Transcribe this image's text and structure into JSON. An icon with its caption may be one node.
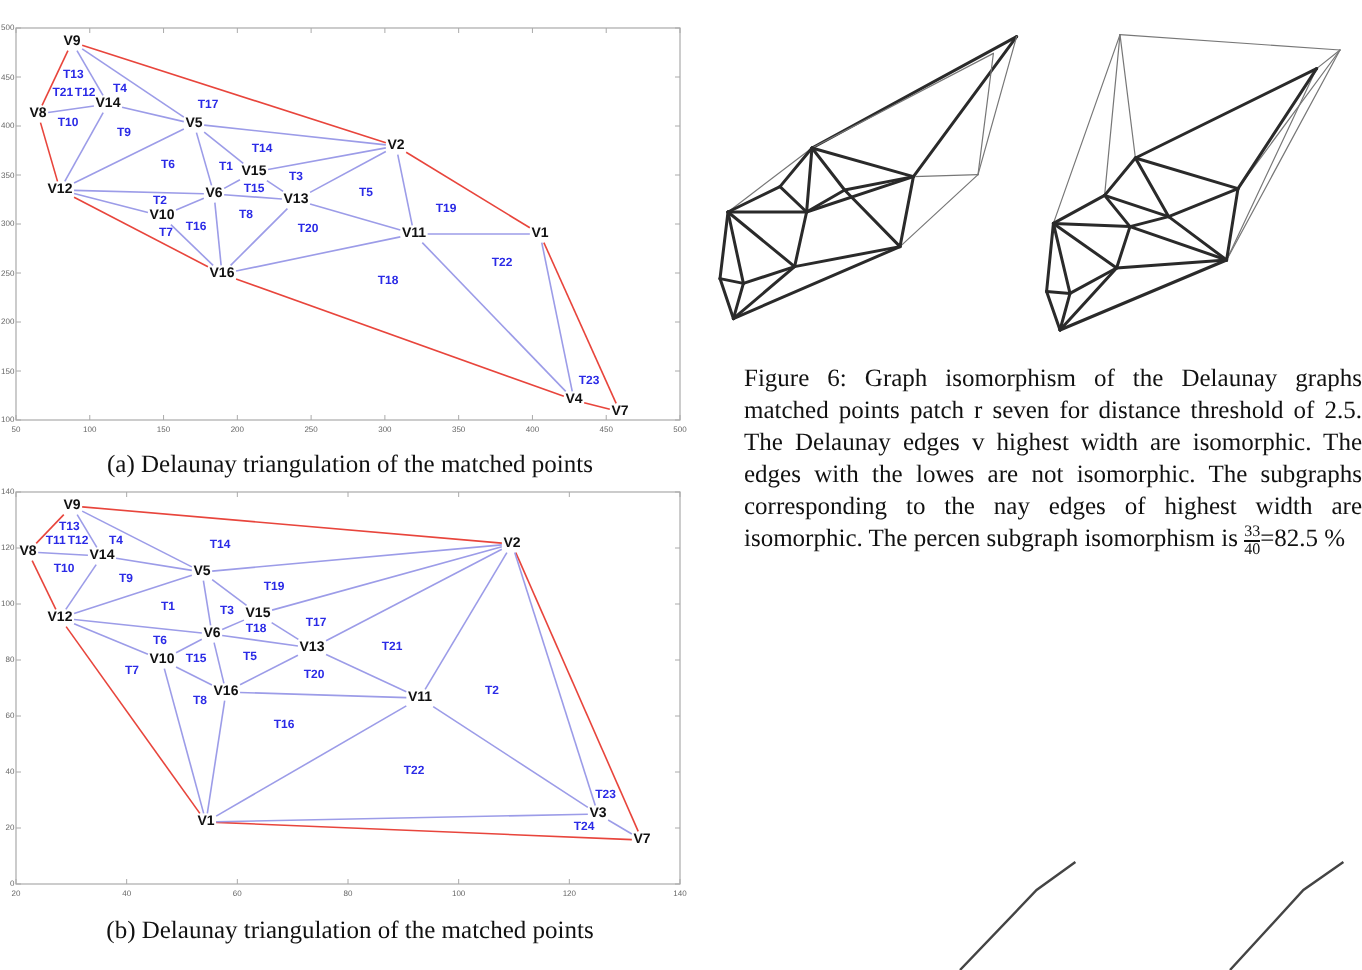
{
  "diagram": {
    "caption": "Figure 6: Graph isomorphism of the Delaunay graphs matched points patch r seven for distance threshold of 2.5. The Delaunay edges v highest width are isomorphic. The edges with the lowes are not isomorphic. The subgraphs corresponding to the nay edges of highest width are isomorphic. The percen subgraph isomorphism is $^{33}$$_{40}$=82.5 %",
    "nodes": [
      {
        "text": [
          "V9"
        ]
      },
      {
        "text": [
          "V8"
        ]
      },
      {
        "text": [
          "V14"
        ]
      },
      {
        "text": [
          "V5"
        ]
      },
      {
        "text": [
          "V2"
        ]
      },
      {
        "text": [
          "V15"
        ]
      },
      {
        "text": [
          "V12"
        ]
      },
      {
        "text": [
          "V6"
        ]
      },
      {
        "text": [
          "V13"
        ]
      },
      {
        "text": [
          "V10"
        ]
      },
      {
        "text": [
          "V11"
        ]
      },
      {
        "text": [
          "V1"
        ]
      },
      {
        "text": [
          "V16"
        ]
      },
      {
        "text": [
          "V4"
        ]
      },
      {
        "text": [
          "V7"
        ]
      },
      {
        "text": [
          "V9"
        ]
      },
      {
        "text": [
          "V2"
        ]
      },
      {
        "text": [
          "V8"
        ]
      },
      {
        "text": [
          "V14"
        ]
      },
      {
        "text": [
          "V5"
        ]
      },
      {
        "text": [
          "V15"
        ]
      },
      {
        "text": [
          "V12"
        ]
      },
      {
        "text": [
          "V6"
        ]
      },
      {
        "text": [
          "V13"
        ]
      },
      {
        "text": [
          "V10"
        ]
      },
      {
        "text": [
          "V16"
        ]
      },
      {
        "text": [
          "V11"
        ]
      },
      {
        "text": [
          "V3"
        ]
      },
      {
        "text": [
          "V1"
        ]
      },
      {
        "text": [
          "V7"
        ]
      }
    ],
    "edges": [
      {
        "from": 0,
        "to": 2,
        "arrow": "none"
      },
      {
        "from": 0,
        "to": 3,
        "arrow": "none"
      },
      {
        "from": 1,
        "to": 2,
        "arrow": "none"
      },
      {
        "from": 2,
        "to": 6,
        "arrow": "none"
      },
      {
        "from": 2,
        "to": 3,
        "arrow": "none"
      },
      {
        "from": 6,
        "to": 3,
        "arrow": "none"
      },
      {
        "from": 6,
        "to": 7,
        "arrow": "none"
      },
      {
        "from": 6,
        "to": 9,
        "arrow": "none"
      },
      {
        "from": 3,
        "to": 4,
        "arrow": "none"
      },
      {
        "from": 3,
        "to": 5,
        "arrow": "none"
      },
      {
        "from": 3,
        "to": 7,
        "arrow": "none"
      },
      {
        "from": 5,
        "to": 4,
        "arrow": "none"
      },
      {
        "from": 5,
        "to": 7,
        "arrow": "none"
      },
      {
        "from": 5,
        "to": 8,
        "arrow": "none"
      },
      {
        "from": 7,
        "to": 8,
        "arrow": "none"
      },
      {
        "from": 7,
        "to": 9,
        "arrow": "none"
      },
      {
        "from": 7,
        "to": 12,
        "arrow": "none"
      },
      {
        "from": 9,
        "to": 12,
        "arrow": "none"
      },
      {
        "from": 8,
        "to": 4,
        "arrow": "none"
      },
      {
        "from": 8,
        "to": 10,
        "arrow": "none"
      },
      {
        "from": 8,
        "to": 12,
        "arrow": "none"
      },
      {
        "from": 4,
        "to": 10,
        "arrow": "none"
      },
      {
        "from": 12,
        "to": 10,
        "arrow": "none"
      },
      {
        "from": 10,
        "to": 11,
        "arrow": "none"
      },
      {
        "from": 10,
        "to": 13,
        "arrow": "none"
      },
      {
        "from": 11,
        "to": 13,
        "arrow": "none"
      },
      {
        "from": 0,
        "to": 4,
        "arrow": "none",
        "color": "#e8453c"
      },
      {
        "from": 4,
        "to": 11,
        "arrow": "none",
        "color": "#e8453c"
      },
      {
        "from": 11,
        "to": 14,
        "arrow": "none",
        "color": "#e8453c"
      },
      {
        "from": 14,
        "to": 13,
        "arrow": "none",
        "color": "#e8453c"
      },
      {
        "from": 13,
        "to": 12,
        "arrow": "none",
        "color": "#e8453c"
      },
      {
        "from": 12,
        "to": 6,
        "arrow": "none",
        "color": "#e8453c"
      },
      {
        "from": 6,
        "to": 1,
        "arrow": "none",
        "color": "#e8453c"
      },
      {
        "from": 1,
        "to": 0,
        "arrow": "none",
        "color": "#e8453c"
      },
      {
        "from": 15,
        "to": 16,
        "arrow": "none",
        "color": "#e8453c"
      },
      {
        "from": 16,
        "to": 29,
        "arrow": "none",
        "color": "#e8453c"
      },
      {
        "from": 29,
        "to": 28,
        "arrow": "none",
        "color": "#e8453c"
      },
      {
        "from": 28,
        "to": 21,
        "arrow": "none",
        "color": "#e8453c"
      },
      {
        "from": 21,
        "to": 17,
        "arrow": "none",
        "color": "#e8453c"
      },
      {
        "from": 17,
        "to": 15,
        "arrow": "none",
        "color": "#e8453c"
      },
      {
        "from": 15,
        "to": 18,
        "arrow": "none"
      },
      {
        "from": 15,
        "to": 19,
        "arrow": "none"
      },
      {
        "from": 17,
        "to": 18,
        "arrow": "none"
      },
      {
        "from": 18,
        "to": 21,
        "arrow": "none"
      },
      {
        "from": 18,
        "to": 19,
        "arrow": "none"
      },
      {
        "from": 21,
        "to": 19,
        "arrow": "none"
      },
      {
        "from": 21,
        "to": 22,
        "arrow": "none"
      },
      {
        "from": 21,
        "to": 24,
        "arrow": "none"
      },
      {
        "from": 19,
        "to": 16,
        "arrow": "none"
      },
      {
        "from": 19,
        "to": 20,
        "arrow": "none"
      },
      {
        "from": 19,
        "to": 22,
        "arrow": "none"
      },
      {
        "from": 22,
        "to": 25,
        "arrow": "none"
      },
      {
        "from": 20,
        "to": 16,
        "arrow": "none"
      },
      {
        "from": 20,
        "to": 22,
        "arrow": "none"
      },
      {
        "from": 20,
        "to": 23,
        "arrow": "none"
      },
      {
        "from": 22,
        "to": 23,
        "arrow": "none"
      },
      {
        "from": 22,
        "to": 24,
        "arrow": "none"
      },
      {
        "from": 24,
        "to": 25,
        "arrow": "none"
      },
      {
        "from": 25,
        "to": 23,
        "arrow": "none"
      },
      {
        "from": 25,
        "to": 26,
        "arrow": "none"
      },
      {
        "from": 23,
        "to": 16,
        "arrow": "none"
      },
      {
        "from": 23,
        "to": 26,
        "arrow": "none"
      },
      {
        "from": 16,
        "to": 26,
        "arrow": "none"
      },
      {
        "from": 26,
        "to": 28,
        "arrow": "none"
      },
      {
        "from": 26,
        "to": 27,
        "arrow": "none"
      },
      {
        "from": 16,
        "to": 27,
        "arrow": "none"
      },
      {
        "from": 28,
        "to": 27,
        "arrow": "none"
      },
      {
        "from": 24,
        "to": 28,
        "arrow": "none"
      },
      {
        "from": 25,
        "to": 28,
        "arrow": "none"
      },
      {
        "from": 27,
        "to": 29,
        "arrow": "none"
      }
    ],
    "labels": [
      "T13",
      "T4",
      "T21",
      "T12",
      "T17",
      "T10",
      "T9",
      "T14",
      "T6",
      "T1",
      "T3",
      "T15",
      "T5",
      "T2",
      "T19",
      "T8",
      "T16",
      "T20",
      "T7",
      "T22",
      "T18",
      "T23",
      "500",
      "450",
      "400",
      "350",
      "300",
      "250",
      "200",
      "150",
      "100",
      "50",
      "100",
      "150",
      "200",
      "250",
      "300",
      "350",
      "400",
      "450",
      "500",
      "(a) Delaunay triangulation of the matched points",
      "T13",
      "T11",
      "T12",
      "T4",
      "T14",
      "T10",
      "T9",
      "T19",
      "T1",
      "T3",
      "T17",
      "T18",
      "T6",
      "T21",
      "T15",
      "T5",
      "T7",
      "T20",
      "T2",
      "T8",
      "T16",
      "T22",
      "T23",
      "T24",
      "140",
      "120",
      "100",
      "80",
      "60",
      "40",
      "20",
      "0",
      "20",
      "40",
      "60",
      "80",
      "100",
      "120",
      "140",
      "(b) Delaunay triangulation of the matched points"
    ]
  }
}
